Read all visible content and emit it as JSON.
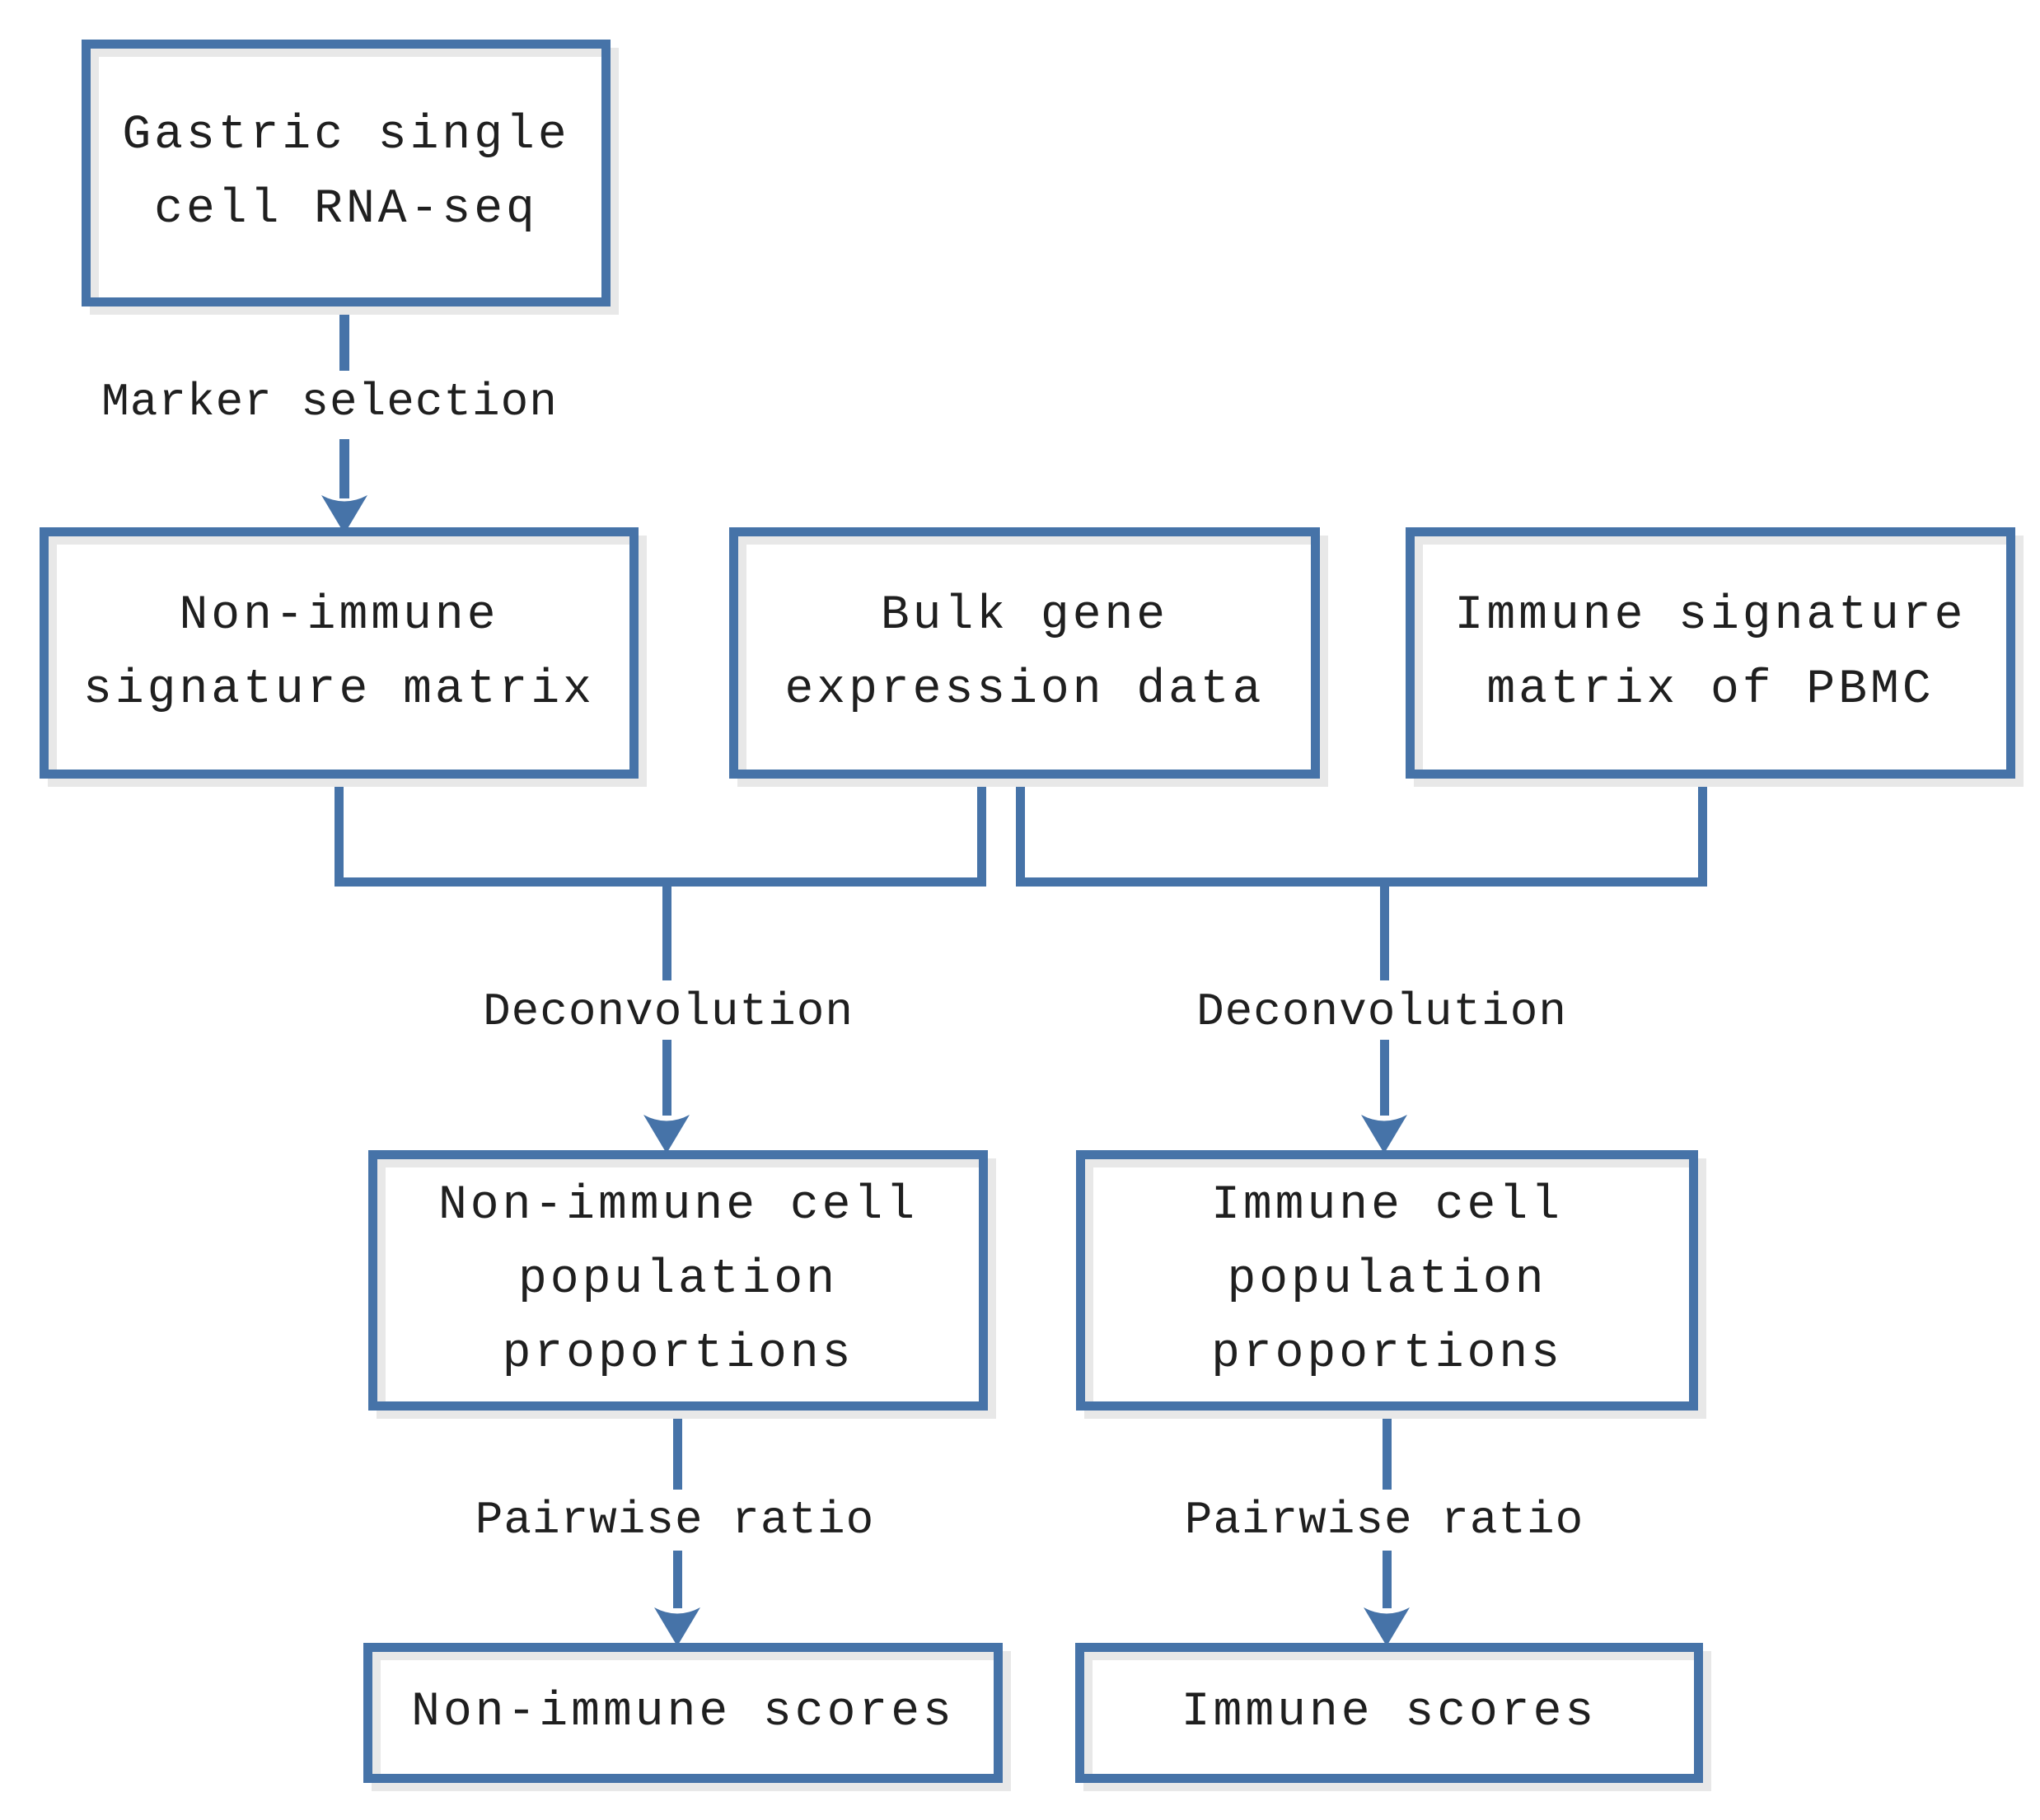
{
  "palette": {
    "accent_blue": "#4673a8",
    "shadow_gray": "#e8e8e8",
    "text_color": "#1f1f1f",
    "background": "#ffffff"
  },
  "boxes": {
    "gastric_scrna": {
      "label": "Gastric single\ncell RNA-seq"
    },
    "non_immune_signature_matrix": {
      "label": "Non-immune\nsignature matrix"
    },
    "bulk_gene_expression": {
      "label": "Bulk gene\nexpression data"
    },
    "immune_signature_matrix_pbmc": {
      "label": "Immune signature\nmatrix of PBMC"
    },
    "non_immune_cell_population_proportions": {
      "label": "Non-immune cell\npopulation\nproportions"
    },
    "immune_cell_population_proportions": {
      "label": "Immune cell\npopulation\nproportions"
    },
    "non_immune_scores": {
      "label": "Non-immune scores"
    },
    "immune_scores": {
      "label": "Immune scores"
    }
  },
  "edge_labels": {
    "marker_selection": "Marker selection",
    "deconvolution_left": "Deconvolution",
    "deconvolution_right": "Deconvolution",
    "pairwise_ratio_left": "Pairwise ratio",
    "pairwise_ratio_right": "Pairwise ratio"
  }
}
